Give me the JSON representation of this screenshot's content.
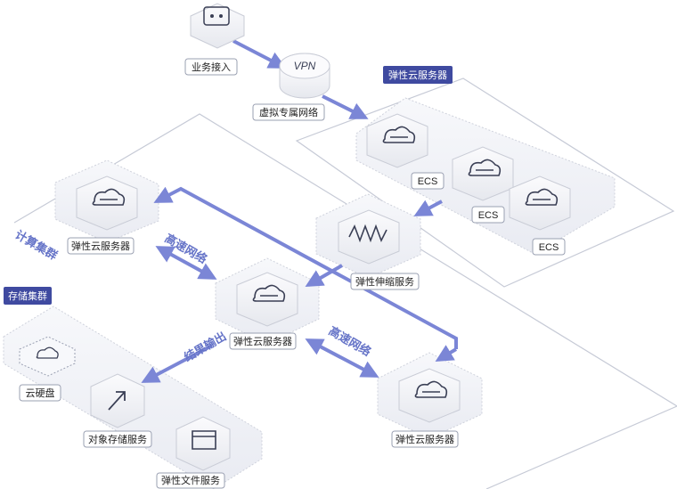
{
  "colors": {
    "accent": "#7b86d6",
    "banner": "#3f4aa0",
    "zone_line": "#c6cad6",
    "node_fill": "#f2f3f6",
    "node_stroke": "#c9ccd6"
  },
  "nodes": {
    "business_access": "业务接入",
    "vpn": "虚拟专属网络",
    "vpn_badge": "VPN",
    "ecs_1": "ECS",
    "ecs_2": "ECS",
    "ecs_3": "ECS",
    "autoscaling": "弹性伸缩服务",
    "ecs_left": "弹性云服务器",
    "ecs_center": "弹性云服务器",
    "ecs_right": "弹性云服务器",
    "evs": "云硬盘",
    "obs": "对象存储服务",
    "sfs": "弹性文件服务"
  },
  "zones": {
    "ecs_group_banner": "弹性云服务器",
    "compute_cluster": "计算集群",
    "storage_cluster_banner": "存储集群"
  },
  "links": {
    "high_speed_1": "高速网络",
    "high_speed_2": "高速网络",
    "result_output": "结果输出"
  }
}
